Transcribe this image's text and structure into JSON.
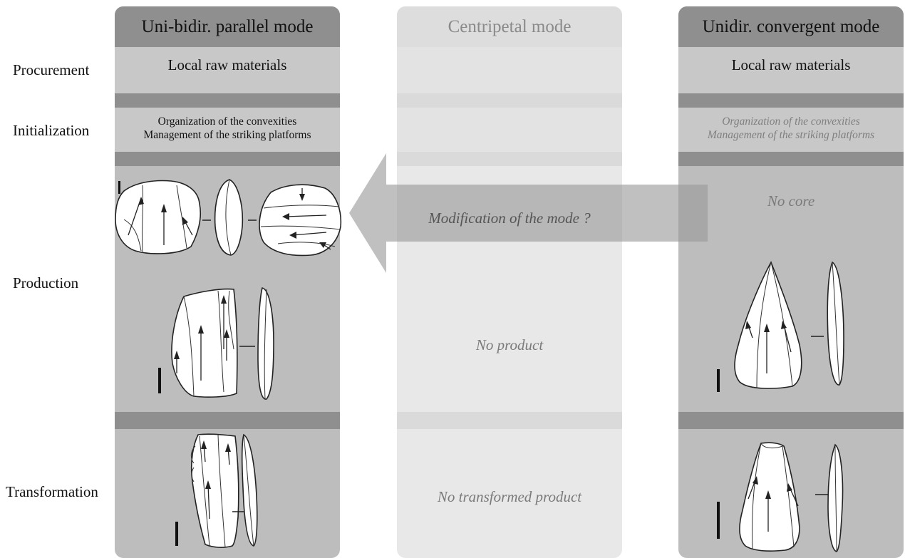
{
  "row_labels": {
    "procurement": "Procurement",
    "initialization": "Initialization",
    "production": "Production",
    "transformation": "Transformation"
  },
  "columns": {
    "parallel": {
      "title": "Uni-bidir. parallel mode",
      "procurement": "Local raw materials",
      "init_line1": "Organization of the convexities",
      "init_line2": "Management of the striking platforms"
    },
    "centripetal": {
      "title": "Centripetal mode",
      "product": "No product",
      "transformed": "No transformed product"
    },
    "convergent": {
      "title": "Unidir. convergent mode",
      "procurement": "Local raw materials",
      "init_line1": "Organization of the convexities",
      "init_line2": "Management of the striking platforms",
      "core": "No core"
    }
  },
  "arrow": {
    "label": "Modification of the mode ?"
  },
  "colors": {
    "header_dark": "#8f8f8f",
    "panel": "#bdbdbd",
    "panel_light": "#e8e8e8",
    "arrow": "#a0a0a0"
  }
}
